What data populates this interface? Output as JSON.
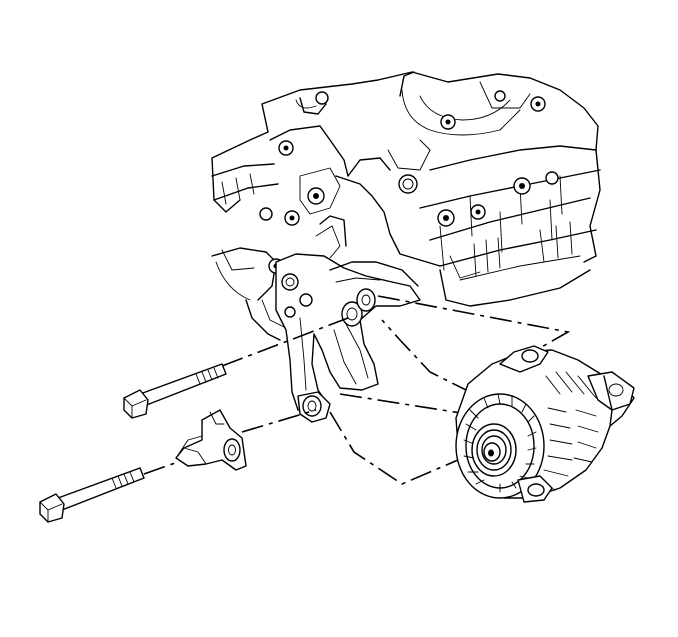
{
  "figure": {
    "kind": "exploded-view line drawing",
    "colors": {
      "ink": "#000000",
      "paper": "#ffffff"
    },
    "parts": [
      "engine-block",
      "mounting-bracket",
      "alternator",
      "upper-bolt",
      "lower-bolt",
      "spacer-bracket"
    ]
  }
}
